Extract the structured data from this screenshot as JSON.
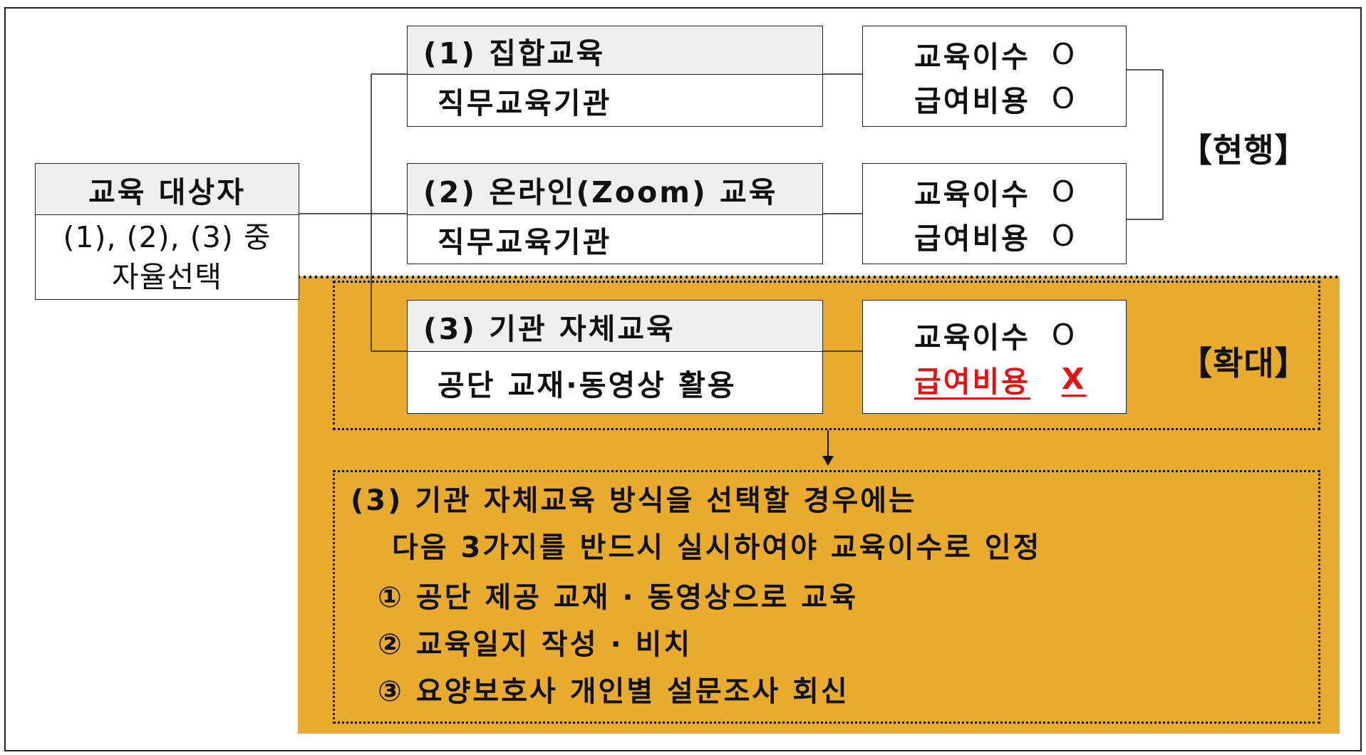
{
  "target": {
    "title": "교육 대상자",
    "line1": "(1), (2), (3) 중",
    "line2": "자율선택"
  },
  "methods": [
    {
      "title": "(1) 집합교육",
      "desc": "직무교육기관"
    },
    {
      "title": "(2) 온라인(Zoom) 교육",
      "desc": "직무교육기관"
    },
    {
      "title": "(3) 기관 자체교육",
      "desc": "공단 교재·동영상 활용"
    }
  ],
  "results": [
    {
      "label1": "교육이수",
      "mark1": "O",
      "label2": "급여비용",
      "mark2": "O"
    },
    {
      "label1": "교육이수",
      "mark1": "O",
      "label2": "급여비용",
      "mark2": "O"
    },
    {
      "label1": "교육이수",
      "mark1": "O",
      "label2": "급여비용",
      "mark2": "X"
    }
  ],
  "tags": {
    "current": "【현행】",
    "expand": "【확대】"
  },
  "note": {
    "line1": "(3) 기관 자체교육 방식을 선택할 경우에는",
    "line2": "다음 3가지를 반드시 실시하여야 교육이수로 인정",
    "items": [
      "① 공단 제공 교재 · 동영상으로 교육",
      "② 교육일지 작성 · 비치",
      "③ 요양보호사 개인별 설문조사 회신"
    ]
  },
  "colors": {
    "highlight": "#e8ab2e",
    "negative": "#e31313"
  }
}
